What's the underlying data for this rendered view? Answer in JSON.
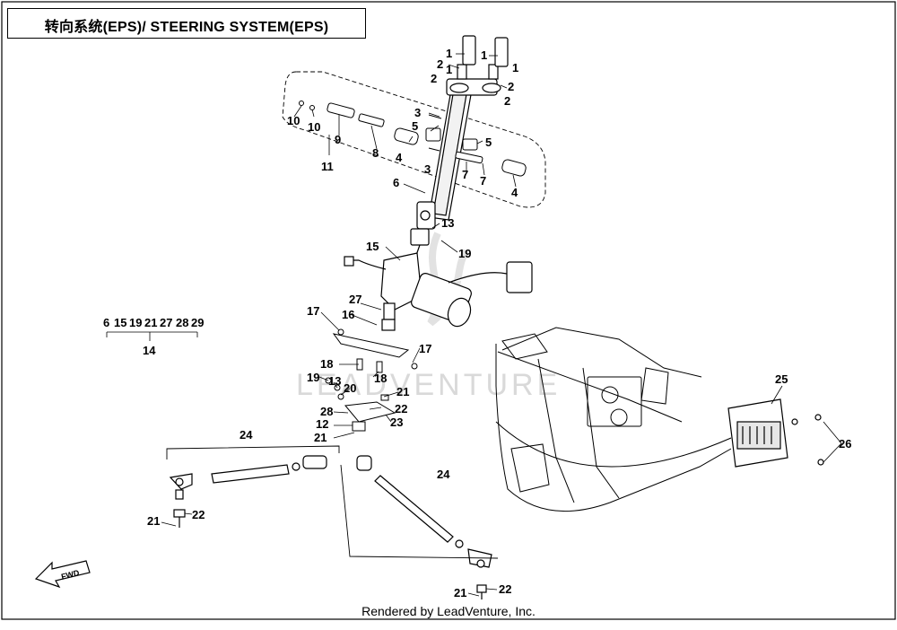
{
  "title": "转向系统(EPS)/ STEERING SYSTEM(EPS)",
  "footer": "Rendered by LeadVenture, Inc.",
  "watermark": "LEADVENTURE",
  "fwd_label": "FWD",
  "group_list": {
    "label": "14",
    "items": [
      "6",
      "15",
      "19",
      "21",
      "27",
      "28",
      "29"
    ]
  },
  "callouts": {
    "c1a": "1",
    "c1b": "1",
    "c1c": "1",
    "c1d": "1",
    "c2a": "2",
    "c2b": "2",
    "c2c": "2",
    "c2d": "2",
    "c3a": "3",
    "c3b": "3",
    "c4a": "4",
    "c4b": "4",
    "c5a": "5",
    "c5b": "5",
    "c6": "6",
    "c7a": "7",
    "c7b": "7",
    "c8": "8",
    "c9": "9",
    "c10a": "10",
    "c10b": "10",
    "c11": "11",
    "c12": "12",
    "c13a": "13",
    "c13b": "13",
    "c15": "15",
    "c16": "16",
    "c17a": "17",
    "c17b": "17",
    "c18a": "18",
    "c18b": "18",
    "c19a": "19",
    "c19b": "19",
    "c20": "20",
    "c21a": "21",
    "c21b": "21",
    "c21c": "21",
    "c21d": "21",
    "c22a": "22",
    "c22b": "22",
    "c22c": "22",
    "c23": "23",
    "c24a": "24",
    "c24b": "24",
    "c25": "25",
    "c26": "26",
    "c27": "27",
    "c28": "28"
  }
}
